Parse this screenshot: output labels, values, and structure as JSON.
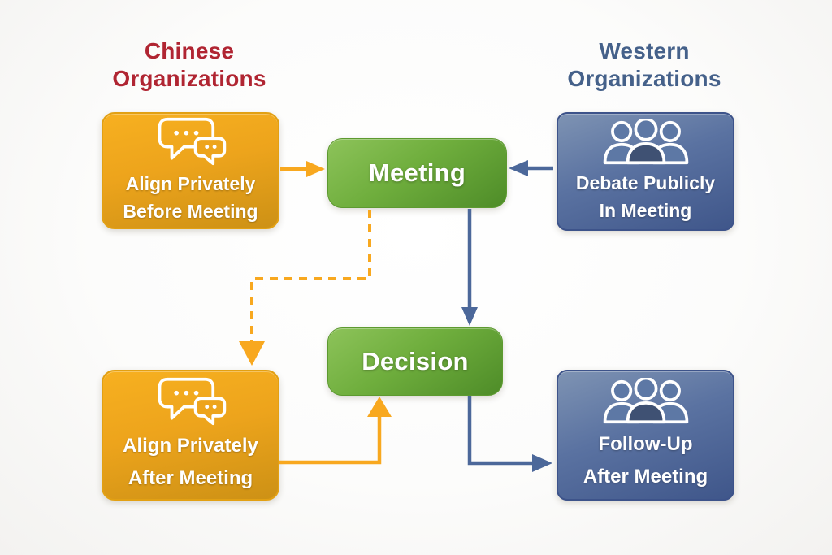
{
  "headings": {
    "left": {
      "line1": "Chinese",
      "line2": "Organizations",
      "color": "#b02532"
    },
    "right": {
      "line1": "Western",
      "line2": "Organizations",
      "color": "#45618a"
    }
  },
  "boxes": {
    "align_before": {
      "line1": "Align Privately",
      "line2": "Before Meeting",
      "icon": "chat-bubbles-icon",
      "color": "#eda41c"
    },
    "meeting": {
      "label": "Meeting",
      "color": "#6fae3d"
    },
    "debate": {
      "line1": "Debate Publicly",
      "line2": "In Meeting",
      "icon": "people-icon",
      "color": "#5a72a1"
    },
    "decision": {
      "label": "Decision",
      "color": "#6fae3d"
    },
    "align_after": {
      "line1": "Align Privately",
      "line2": "After Meeting",
      "icon": "chat-bubbles-icon",
      "color": "#eda41c"
    },
    "followup": {
      "line1": "Follow-Up",
      "line2": "After Meeting",
      "icon": "people-icon",
      "color": "#5a72a1"
    }
  },
  "arrows": [
    {
      "name": "arrow-align-before-to-meeting",
      "style": "solid",
      "color": "#f8a81f"
    },
    {
      "name": "arrow-debate-to-meeting",
      "style": "solid",
      "color": "#4c689a"
    },
    {
      "name": "arrow-meeting-to-decision",
      "style": "solid",
      "color": "#4c689a"
    },
    {
      "name": "arrow-meeting-to-align-after",
      "style": "dashed",
      "color": "#f8a81f"
    },
    {
      "name": "arrow-align-after-to-decision",
      "style": "solid",
      "color": "#f8a81f"
    },
    {
      "name": "arrow-decision-to-followup",
      "style": "solid",
      "color": "#4c689a"
    }
  ],
  "colors": {
    "background": "#fcfcfb",
    "orange_box": "#eda41c",
    "blue_box": "#5a72a1",
    "green_box": "#6fae3d",
    "orange_arrow": "#f8a81f",
    "blue_arrow": "#4c689a",
    "heading_red": "#b02532",
    "heading_blue": "#45618a"
  }
}
